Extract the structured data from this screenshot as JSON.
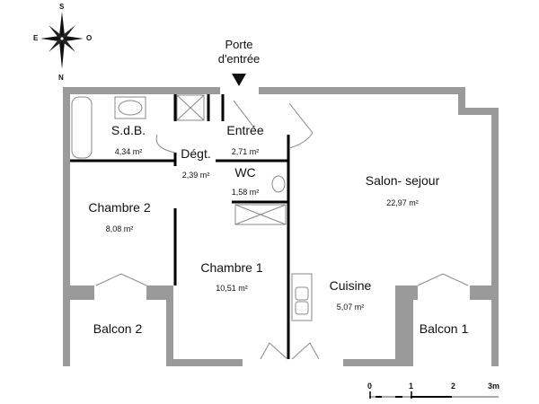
{
  "compass": {
    "top": "S",
    "left": "E",
    "right": "O",
    "bottom": "N"
  },
  "entrance": {
    "line1": "Porte",
    "line2": "d'entrée"
  },
  "rooms": [
    {
      "name": "S.d.B.",
      "area": "4,34 m²"
    },
    {
      "name": "Entrée",
      "area": "2,71 m²"
    },
    {
      "name": "Dégt.",
      "area": "2,39 m²"
    },
    {
      "name": "WC",
      "area": "1,58 m²"
    },
    {
      "name": "Salon- sejour",
      "area": "22,97 m²"
    },
    {
      "name": "Chambre 2",
      "area": "8,08 m²"
    },
    {
      "name": "Chambre 1",
      "area": "10,51 m²"
    },
    {
      "name": "Cuisine",
      "area": "5,07 m²"
    },
    {
      "name": "Balcon 2",
      "area": ""
    },
    {
      "name": "Balcon 1",
      "area": ""
    }
  ],
  "scale": {
    "ticks": [
      "0",
      "1",
      "2",
      "3m"
    ]
  },
  "colors": {
    "wall": "#9a9a9a",
    "partition": "#000000",
    "fixture": "#888888"
  }
}
